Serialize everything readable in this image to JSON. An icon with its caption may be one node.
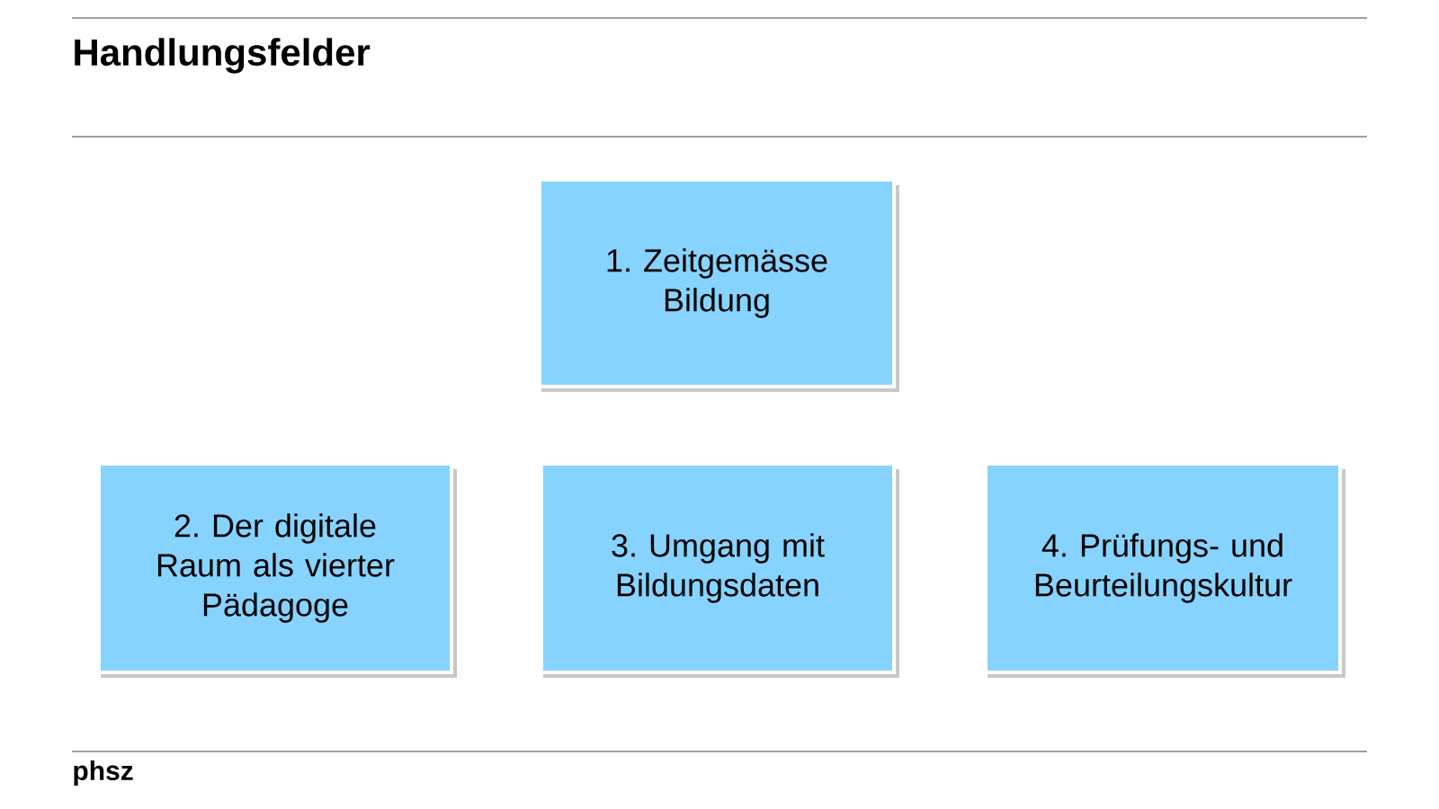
{
  "diagram": {
    "title": "Handlungsfelder",
    "nodes": [
      {
        "text": [
          "1. Zeitgemässe Bildung"
        ]
      },
      {
        "text": [
          "2. Der digitale Raum als vierter Pädagoge"
        ]
      },
      {
        "text": [
          "3. Umgang mit Bildungsdaten"
        ]
      },
      {
        "text": [
          "4. Prüfungs- und Beurteilungskultur"
        ]
      }
    ],
    "labels": [
      "phsz"
    ]
  }
}
